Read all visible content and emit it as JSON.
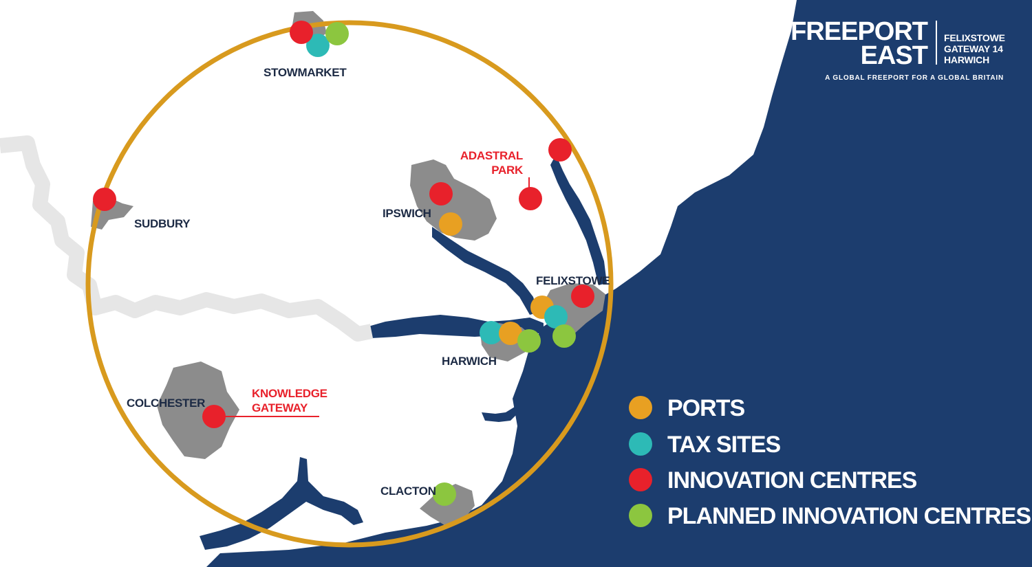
{
  "logo": {
    "line1": "FREEPORT",
    "line2": "EAST",
    "side1": "FELIXSTOWE",
    "side2": "GATEWAY 14",
    "side3": "HARWICH",
    "tagline": "A GLOBAL FREEPORT FOR A GLOBAL BRITAIN"
  },
  "places": {
    "stowmarket": "STOWMARKET",
    "sudbury": "SUDBURY",
    "ipswich": "IPSWICH",
    "felixstowe": "FELIXSTOWE",
    "harwich": "HARWICH",
    "colchester": "COLCHESTER",
    "clacton": "CLACTON"
  },
  "callouts": {
    "adastral_1": "ADASTRAL",
    "adastral_2": "PARK",
    "knowledge_1": "KNOWLEDGE",
    "knowledge_2": "GATEWAY"
  },
  "legend": [
    {
      "label": "PORTS",
      "color": "#e8a022"
    },
    {
      "label": "TAX SITES",
      "color": "#2dbab6"
    },
    {
      "label": "INNOVATION CENTRES",
      "color": "#e8212b"
    },
    {
      "label": "PLANNED INNOVATION CENTRES",
      "color": "#8cc63f"
    }
  ],
  "colors": {
    "sea": "#1c3d6e",
    "land": "#ffffff",
    "town": "#8c8c8c",
    "border": "#e6e6e6",
    "ring": "#d89a1e",
    "ports": "#e8a022",
    "tax_sites": "#2dbab6",
    "innovation": "#e8212b",
    "planned": "#8cc63f"
  }
}
